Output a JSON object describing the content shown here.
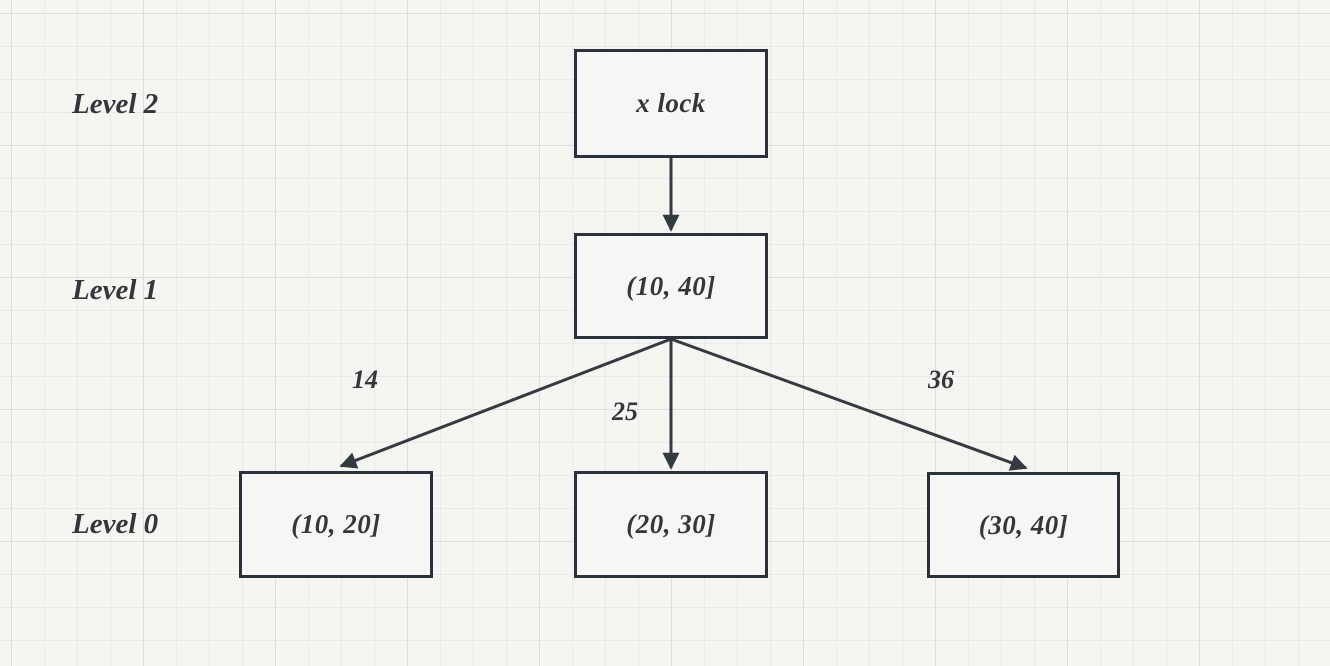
{
  "diagram": {
    "levels": [
      {
        "label": "Level 2"
      },
      {
        "label": "Level 1"
      },
      {
        "label": "Level 0"
      }
    ],
    "nodes": [
      {
        "id": "x-lock",
        "level": "Level 2",
        "label": "x lock"
      },
      {
        "id": "range-10-40",
        "level": "Level 1",
        "label": "(10, 40]"
      },
      {
        "id": "range-10-20",
        "level": "Level 0",
        "label": "(10, 20]"
      },
      {
        "id": "range-20-30",
        "level": "Level 0",
        "label": "(20, 30]"
      },
      {
        "id": "range-30-40",
        "level": "Level 0",
        "label": "(30, 40]"
      }
    ],
    "edges": [
      {
        "from": "x-lock",
        "to": "range-10-40",
        "label": ""
      },
      {
        "from": "range-10-40",
        "to": "range-10-20",
        "label": "14"
      },
      {
        "from": "range-10-40",
        "to": "range-20-30",
        "label": "25"
      },
      {
        "from": "range-10-40",
        "to": "range-30-40",
        "label": "36"
      }
    ],
    "colors": {
      "background": "#f5f5f2",
      "grid_minor": "#eaeae8",
      "grid_major": "#dededc",
      "node_border": "#2b313a",
      "node_fill": "#f6f6f4",
      "arrow": "#343a41",
      "text": "#33363a"
    }
  }
}
